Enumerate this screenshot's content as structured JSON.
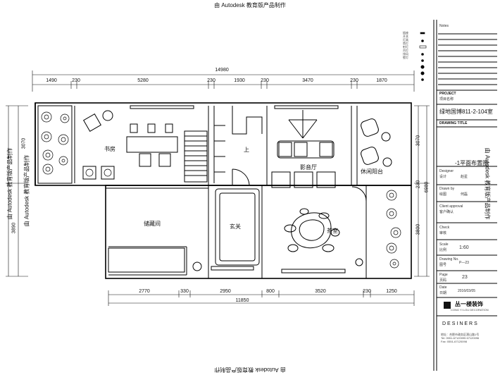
{
  "watermark": "由 Autodesk 教育版产品制作",
  "dimensions": {
    "top_total": "14980",
    "top_segments": [
      "1490",
      "230",
      "5280",
      "230",
      "1930",
      "230",
      "3470",
      "230",
      "1870"
    ],
    "bottom_segments": [
      "2770",
      "330",
      "2950",
      "800",
      "3520",
      "230",
      "1250"
    ],
    "bottom_total": "11850",
    "left": [
      "3070",
      "3890"
    ],
    "right": [
      "3070",
      "230",
      "3800",
      "6980"
    ]
  },
  "rooms": {
    "study": "书房",
    "upstairs": "上",
    "theater": "影音厅",
    "leisure_balcony": "休闲阳台",
    "storage": "储藏间",
    "foyer": "玄关",
    "tea_room": "茶室"
  },
  "title_block": {
    "project_label": "PROJECT",
    "project_sub": "项目名称",
    "project_name": "绿地国博811-2-104室",
    "drawing_title_label": "DRAWING TITLE",
    "drawing_name": "-1平面布置图",
    "designer_label": "Designer",
    "designer_sub": "设计",
    "designer_value": "赵星",
    "drawn_label": "Drawn by",
    "drawn_sub": "绘图",
    "drawn_value": "何磊",
    "client_label": "Client approval",
    "client_sub": "客户确认",
    "check_label": "Check",
    "check_sub": "审核",
    "scale_label": "Scale",
    "scale_sub": "比例",
    "scale_value": "1:60",
    "drawing_no_label": "Drawing No.",
    "drawing_no_sub": "图号",
    "drawing_no_value": "P—23",
    "page_label": "Page",
    "page_sub": "页码",
    "page_value": "23",
    "date_label": "Date",
    "date_sub": "日期",
    "date_value": "2016/03/05",
    "company": "丛一楼装饰",
    "company_sub": "CONG YI LOU DECORATION",
    "designers": "DESINERS",
    "address_lines": [
      "地址：合肥市政务区潜山路1号",
      "Tel: 0551-67120095  67120096",
      "Fax: 0551-67120098"
    ]
  },
  "legend": {
    "label": "Notes",
    "items": [
      "插座",
      "开关",
      "灯具",
      "筒灯",
      "射灯",
      "吊灯",
      "排风",
      "壁灯"
    ]
  }
}
